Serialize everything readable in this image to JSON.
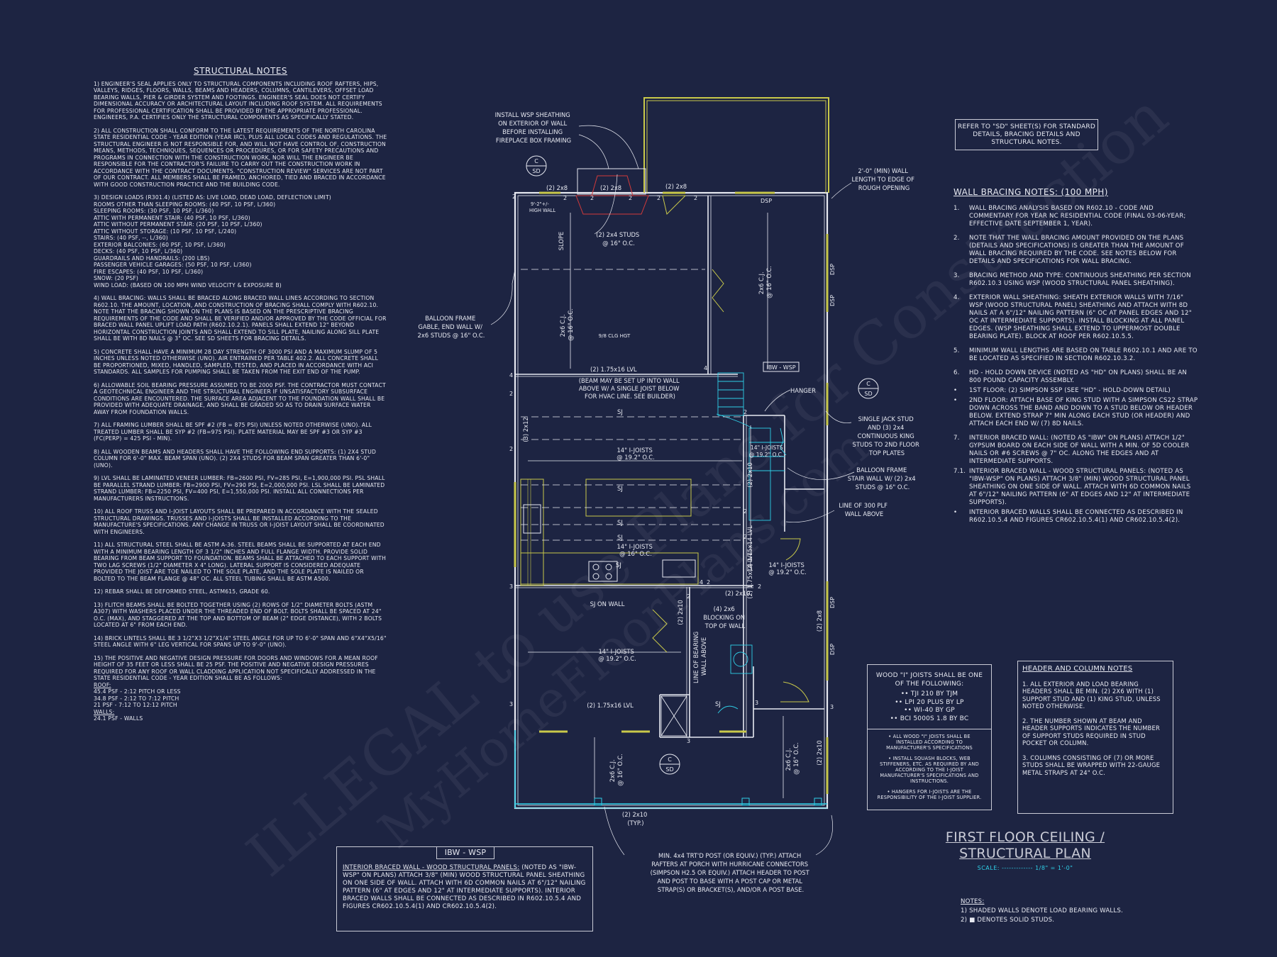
{
  "structural_notes": {
    "title": "STRUCTURAL NOTES",
    "paragraphs": [
      "1) ENGINEER'S SEAL APPLIES ONLY TO STRUCTURAL COMPONENTS INCLUDING ROOF RAFTERS, HIPS, VALLEYS, RIDGES, FLOORS, WALLS, BEAMS AND HEADERS, COLUMNS, CANTILEVERS, OFFSET LOAD BEARING WALLS, PIER & GIRDER SYSTEM AND FOOTINGS. ENGINEER'S SEAL DOES NOT CERTIFY DIMENSIONAL ACCURACY OR ARCHITECTURAL LAYOUT INCLUDING ROOF SYSTEM. ALL REQUIREMENTS FOR PROFESSIONAL CERTIFICATION SHALL BE PROVIDED BY THE APPROPRIATE PROFESSIONAL. ENGINEERS, P.A. CERTIFIES ONLY THE STRUCTURAL COMPONENTS AS SPECIFICALLY STATED.",
      "2) ALL CONSTRUCTION SHALL CONFORM TO THE LATEST REQUIREMENTS OF THE NORTH CAROLINA STATE RESIDENTIAL CODE - YEAR EDITION (YEAR IRC), PLUS ALL LOCAL CODES AND REGULATIONS. THE STRUCTURAL ENGINEER IS NOT RESPONSIBLE FOR, AND WILL NOT HAVE CONTROL OF, CONSTRUCTION MEANS, METHODS, TECHNIQUES, SEQUENCES OR PROCEDURES, OR FOR SAFETY PRECAUTIONS AND PROGRAMS IN CONNECTION WITH THE CONSTRUCTION WORK, NOR WILL THE ENGINEER BE RESPONSIBLE FOR THE CONTRACTOR'S FAILURE TO CARRY OUT THE CONSTRUCTION WORK IN ACCORDANCE WITH THE CONTRACT DOCUMENTS. \"CONSTRUCTION REVIEW\" SERVICES ARE NOT PART OF OUR CONTRACT. ALL MEMBERS SHALL BE FRAMED, ANCHORED, TIED AND BRACED IN ACCORDANCE WITH GOOD CONSTRUCTION PRACTICE AND THE BUILDING CODE.",
      "3) DESIGN LOADS (R301.4) (LISTED AS: LIVE LOAD, DEAD LOAD, DEFLECTION LIMIT)",
      "4) WALL BRACING: WALLS SHALL BE BRACED ALONG BRACED WALL LINES ACCORDING TO SECTION R602.10. THE AMOUNT, LOCATION, AND CONSTRUCTION OF BRACING SHALL COMPLY WITH R602.10. NOTE THAT THE BRACING SHOWN ON THE PLANS IS BASED ON THE PRESCRIPTIVE BRACING REQUIREMENTS OF THE CODE AND SHALL BE VERIFIED AND/OR APPROVED BY THE CODE OFFICIAL FOR BRACED WALL PANEL UPLIFT LOAD PATH (R602.10.2.1). PANELS SHALL EXTEND 12\" BEYOND HORIZONTAL CONSTRUCTION JOINTS AND SHALL EXTEND TO SILL PLATE, NAILING ALONG SILL PLATE SHALL BE WITH 8d NAILS @ 3\" OC. SEE SD SHEETS FOR BRACING DETAILS.",
      "5) CONCRETE SHALL HAVE A MINIMUM 28 DAY STRENGTH OF 3000 PSI AND A MAXIMUM SLUMP OF 5 INCHES UNLESS NOTED OTHERWISE (UNO). AIR ENTRAINED PER TABLE 402.2. ALL CONCRETE SHALL BE PROPORTIONED, MIXED, HANDLED, SAMPLED, TESTED, AND PLACED IN ACCORDANCE WITH ACI STANDARDS. ALL SAMPLES FOR PUMPING SHALL BE TAKEN FROM THE EXIT END OF THE PUMP.",
      "6) ALLOWABLE SOIL BEARING PRESSURE ASSUMED TO BE 2000 PSF. THE CONTRACTOR MUST CONTACT A GEOTECHNICAL ENGINEER AND THE STRUCTURAL ENGINEER IF UNSATISFACTORY SUBSURFACE CONDITIONS ARE ENCOUNTERED. THE SURFACE AREA ADJACENT TO THE FOUNDATION WALL SHALL BE PROVIDED WITH ADEQUATE DRAINAGE, AND SHALL BE GRADED SO AS TO DRAIN SURFACE WATER AWAY FROM FOUNDATION WALLS.",
      "7) ALL FRAMING LUMBER SHALL BE SPF #2 (Fb = 875 PSI) UNLESS NOTED OTHERWISE (UNO). ALL TREATED LUMBER SHALL BE SYP #2 (Fb=975 PSI). PLATE MATERIAL MAY BE SPF #3 OR SYP #3 (Fc(perp) = 425 PSI - MIN).",
      "8) ALL WOODEN BEAMS AND HEADERS SHALL HAVE THE FOLLOWING END SUPPORTS: (1) 2x4 STUD COLUMN FOR 6'-0\" MAX. BEAM SPAN (UNO). (2) 2X4 STUDS FOR BEAM SPAN GREATER THAN 6'-0\" (UNO).",
      "9) LVL SHALL BE LAMINATED VENEER LUMBER: Fb=2600 PSI, Fv=285 PSI, E=1,900,000 PSI. PSL SHALL BE PARALLEL STRAND LUMBER: Fb=2900 PSI, Fv=290 PSI, E=2,000,000 PSI. LSL SHALL BE LAMINATED STRAND LUMBER: Fb=2250 PSI, Fv=400 PSI, E=1,550,000 PSI. INSTALL ALL CONNECTIONS PER MANUFACTURERS INSTRUCTIONS.",
      "10) ALL ROOF TRUSS AND I-JOIST LAYOUTS SHALL BE PREPARED IN ACCORDANCE WITH THE SEALED STRUCTURAL DRAWINGS. TRUSSES AND I-JOISTS SHALL BE INSTALLED ACCORDING TO THE MANUFACTURE'S SPECIFICATIONS. ANY CHANGE IN TRUSS OR I-JOIST LAYOUT SHALL BE COORDINATED WITH ENGINEERS.",
      "11) ALL STRUCTURAL STEEL SHALL BE ASTM A-36. STEEL BEAMS SHALL BE SUPPORTED AT EACH END WITH A MINIMUM BEARING LENGTH OF 3 1/2\" INCHES AND FULL FLANGE WIDTH. PROVIDE SOLID BEARING FROM BEAM SUPPORT TO FOUNDATION. BEAMS SHALL BE ATTACHED TO EACH SUPPORT WITH TWO LAG SCREWS (1/2\" DIAMETER x 4\" LONG). LATERAL SUPPORT IS CONSIDERED ADEQUATE PROVIDED THE JOIST ARE TOE NAILED TO THE SOLE PLATE, AND THE SOLE PLATE IS NAILED OR BOLTED TO THE BEAM FLANGE @ 48\" OC. ALL STEEL TUBING SHALL BE ASTM A500.",
      "12) REBAR SHALL BE DEFORMED STEEL, ASTM615, GRADE 60.",
      "13) FLITCH BEAMS SHALL BE BOLTED TOGETHER USING (2) ROWS OF 1/2\" DIAMETER BOLTS (ASTM A307) WITH WASHERS PLACED UNDER THE THREADED END OF BOLT. BOLTS SHALL BE SPACED AT 24\" O.C. (MAX), AND STAGGERED AT THE TOP AND BOTTOM OF BEAM (2\" EDGE DISTANCE), WITH 2 BOLTS LOCATED AT 6\" FROM EACH END.",
      "14) BRICK LINTELS SHALL BE 3 1/2\"x3 1/2\"x1/4\" STEEL ANGLE FOR UP TO 6'-0\" SPAN AND 6\"x4\"x5/16\" STEEL ANGLE WITH 6\" LEG VERTICAL FOR SPANS UP TO 9'-0\" (UNO).",
      "15) THE POSITIVE AND NEGATIVE DESIGN PRESSURE FOR DOORS AND WINDOWS FOR A MEAN ROOF HEIGHT OF 35 FEET OR LESS SHALL BE 25 PSF. THE POSITIVE AND NEGATIVE DESIGN PRESSURES REQUIRED FOR ANY ROOF OR WALL CLADDING APPLICATION NOT SPECIFICALLY ADDRESSED IN THE STATE RESIDENTIAL CODE - YEAR EDITION SHALL BE AS FOLLOWS:"
    ],
    "design_loads": [
      "ROOMS OTHER THAN SLEEPING ROOMS: (40 PSF, 10 PSF, L/360)",
      "SLEEPING ROOMS: (30 PSF, 10 PSF, L/360)",
      "ATTIC WITH PERMANENT STAIR: (40 PSF, 10 PSF, L/360)",
      "ATTIC WITHOUT PERMANENT STAIR: (20 PSF, 10 PSF, L/360)",
      "ATTIC WITHOUT STORAGE: (10 PSF, 10 PSF, L/240)",
      "STAIRS: (40 PSF, --, L/360)",
      "EXTERIOR BALCONIES: (60 PSF, 10 PSF, L/360)",
      "DECKS: (40 PSF, 10 PSF, L/360)",
      "GUARDRAILS AND HANDRAILS: (200 LBS)",
      "PASSENGER VEHICLE GARAGES: (50 PSF, 10 PSF, L/360)",
      "FIRE ESCAPES: (40 PSF, 10 PSF, L/360)",
      "SNOW: (20 PSF)",
      "WIND LOAD: (BASED ON 100 MPH WIND VELOCITY & EXPOSURE B)"
    ],
    "pressures": [
      "ROOF:",
      "45.4 PSF - 2:12 PITCH OR LESS",
      "34.8 PSF - 2:12 TO 7:12 PITCH",
      "21 PSF - 7:12 TO 12:12 PITCH",
      "WALLS:",
      "24.1 PSF - WALLS"
    ]
  },
  "wall_bracing": {
    "title": "WALL BRACING NOTES: (100 MPH)",
    "items": [
      {
        "n": "1.",
        "text": "WALL BRACING ANALYSIS BASED ON R602.10 - CODE AND COMMENTARY FOR YEAR NC RESIDENTIAL CODE (FINAL 03-06-YEAR; EFFECTIVE DATE SEPTEMBER 1, YEAR)."
      },
      {
        "n": "2.",
        "text": "NOTE THAT THE WALL BRACING AMOUNT PROVIDED ON THE PLANS (DETAILS AND SPECIFICATIONS) IS GREATER THAN THE AMOUNT OF WALL BRACING REQUIRED BY THE CODE. SEE NOTES BELOW FOR DETAILS AND SPECIFICATIONS FOR WALL BRACING."
      },
      {
        "n": "3.",
        "text": "BRACING METHOD AND TYPE: CONTINUOUS SHEATHING PER SECTION R602.10.3 USING WSP (WOOD STRUCTURAL PANEL SHEATHING)."
      },
      {
        "n": "4.",
        "text": "EXTERIOR WALL SHEATHING: SHEATH EXTERIOR WALLS WITH 7/16\" WSP (WOOD STRUCTURAL PANEL) SHEATHING AND ATTACH WITH 8d NAILS AT A 6\"/12\" NAILING PATTERN (6\" OC AT PANEL EDGES AND 12\" OC AT INTERMEDIATE SUPPORTS). INSTALL BLOCKING AT ALL PANEL EDGES. (WSP SHEATHING SHALL EXTEND TO UPPERMOST DOUBLE BEARING PLATE). BLOCK AT ROOF PER R602.10.5.5."
      },
      {
        "n": "5.",
        "text": "MINIMUM WALL LENGTHS ARE BASED ON TABLE R602.10.1 AND ARE TO BE LOCATED AS SPECIFIED IN SECTION R602.10.3.2."
      },
      {
        "n": "6.",
        "text": "HD - HOLD DOWN DEVICE (NOTED AS \"HD\" ON PLANS) SHALL BE AN 800 POUND CAPACITY ASSEMBLY."
      },
      {
        "n": "•",
        "text": "1ST FLOOR: (2) SIMPSON SSP (SEE \"HD\" - HOLD-DOWN DETAIL)"
      },
      {
        "n": "•",
        "text": "2ND FLOOR: ATTACH BASE OF KING STUD WITH A SIMPSON CS22 STRAP DOWN ACROSS THE BAND AND DOWN TO A STUD BELOW OR HEADER BELOW. EXTEND STRAP 7\" MIN ALONG EACH STUD (OR HEADER) AND ATTACH EACH END W/ (7) 8d NAILS."
      },
      {
        "n": "7.",
        "text": "INTERIOR BRACED WALL: (NOTED AS \"IBW\" ON PLANS) ATTACH 1/2\" GYPSUM BOARD ON EACH SIDE OF WALL WITH A MIN. OF 5d COOLER NAILS OR #6 SCREWS @ 7\" OC. ALONG THE EDGES AND AT INTERMEDIATE SUPPORTS."
      },
      {
        "n": "7.1.",
        "text": "INTERIOR BRACED WALL - WOOD STRUCTURAL PANELS: (NOTED AS \"IBW-WSP\" ON PLANS) ATTACH 3/8\" (MIN) WOOD STRUCTURAL PANEL SHEATHING ON ONE SIDE OF WALL. ATTACH WITH 6d COMMON NAILS AT 6\"/12\" NAILING PATTERN (6\" AT EDGES AND 12\" AT INTERMEDIATE SUPPORTS)."
      },
      {
        "n": "•",
        "text": "INTERIOR BRACED WALLS SHALL BE CONNECTED AS DESCRIBED IN R602.10.5.4 AND FIGURES CR602.10.5.4(1) AND CR602.10.5.4(2)."
      }
    ]
  },
  "refer_box": "REFER TO \"SD\" SHEET(S) FOR STANDARD DETAILS, BRACING DETAILS AND STRUCTURAL NOTES.",
  "joist_box": {
    "heading": "WOOD \"I\" JOISTS SHALL BE ONE OF THE FOLLOWING:",
    "options": [
      "•• TJI 210 BY TJM",
      "•• LPI 20 PLUS BY LP",
      "•• WI-40 BY GP",
      "•• BCI 5000s 1.8 BY BC"
    ],
    "notes": [
      "• ALL WOOD \"I\" JOISTS SHALL BE INSTALLED ACCORDING TO MANUFACTURER'S SPECIFICATIONS",
      "• INSTALL SQUASH BLOCKS, WEB STIFFENERS, ETC. AS REQUIRED BY AND ACCORDING TO THE I-JOIST MANUFACTURER'S SPECIFICATIONS AND INSTRUCTIONS.",
      "• HANGERS FOR I-JOISTS ARE THE RESPONSIBILITY OF THE I-JOIST SUPPLIER."
    ]
  },
  "header_column": {
    "title": "HEADER AND COLUMN NOTES",
    "notes": [
      "1. ALL EXTERIOR AND LOAD BEARING HEADERS SHALL BE MIN. (2) 2x6 WITH (1) SUPPORT STUD AND (1) KING STUD, UNLESS NOTED OTHERWISE.",
      "2. THE NUMBER SHOWN AT BEAM AND HEADER SUPPORTS INDICATES THE NUMBER OF SUPPORT STUDS REQUIRED IN STUD POCKET OR COLUMN.",
      "3. COLUMNS CONSISTING OF (7) OR MORE STUDS SHALL BE WRAPPED WITH 22-GAUGE METAL STRAPS AT 24\" O.C."
    ]
  },
  "ibw_box": {
    "title": "IBW - WSP",
    "lead": "INTERIOR BRACED WALL - WOOD STRUCTURAL PANELS:",
    "text": "(NOTED AS \"IBW-WSP\" ON PLANS) ATTACH 3/8\" (MIN) WOOD STRUCTURAL PANEL SHEATHING ON ONE SIDE OF WALL. ATTACH WITH 6d COMMON NAILS AT 6\"/12\" NAILING PATTERN (6\" AT EDGES AND 12\" AT INTERMEDIATE SUPPORTS). INTERIOR BRACED WALLS SHALL BE CONNECTED AS DESCRIBED IN R602.10.5.4 AND FIGURES CR602.10.5.4(1) AND CR602.10.5.4(2)."
  },
  "title_block": {
    "line1": "FIRST FLOOR CEILING /",
    "line2": "STRUCTURAL PLAN",
    "scale": "SCALE: ------------- 1/8\" = 1'-0\""
  },
  "footnotes": {
    "heading": "NOTES:",
    "items": [
      "1) SHADED WALLS DENOTE LOAD BEARING WALLS.",
      "2) ■ DENOTES SOLID STUDS."
    ]
  },
  "watermark": {
    "line1": "ILLEGAL to use Plans for Construction",
    "line2": "MyHomeFloorPlans.com"
  },
  "plan": {
    "callouts": {
      "wsp_fireplace": [
        "INSTALL WSP SHEATHING",
        "ON EXTERIOR OF WALL",
        "BEFORE INSTALLING",
        "FIREPLACE BOX FRAMING"
      ],
      "sd": "SD",
      "sd_c": "C",
      "min_length": [
        "2'-0\" (MIN) WALL",
        "LENGTH TO EDGE OF",
        "ROUGH OPENING"
      ],
      "balloon_gable": [
        "BALLOON FRAME",
        "GABLE, END WALL W/",
        "2x6 STUDS @ 16\" O.C."
      ],
      "high_wall": [
        "9'-2\"+/-",
        "HIGH WALL"
      ],
      "studs_16": [
        "(2) 2x4 STUDS",
        "@ 16\" O.C."
      ],
      "slope": "SLOPE",
      "cj_left": [
        "2x6 C.J.",
        "@ 16\" O.C."
      ],
      "cj_right": [
        "2x6 C.J.",
        "@ 16\" O.C."
      ],
      "clg_hgt": "9/8 CLG HGT",
      "header_2x8_a": "(2) 2x8",
      "header_2x8_b": "(2) 2x8",
      "header_2x8_c": "(2) 2x8",
      "lvl_1": "(2) 1.75x16 LVL",
      "ibw_tag": "IBW - WSP",
      "beam_note": [
        "(BEAM MAY BE SET UP INTO WALL",
        "ABOVE W/ A SINGLE JOIST BELOW",
        "FOR HVAC LINE. SEE BUILDER)"
      ],
      "hanger": "HANGER",
      "single_jack": [
        "SINGLE JACK STUD",
        "AND (3) 2x4",
        "CONTINUOUS KING",
        "STUDS TO 2ND FLOOR",
        "TOP PLATES"
      ],
      "balloon_stair": [
        "BALLOON FRAME",
        "STAIR WALL W/ (2) 2x4",
        "STUDS @ 16\" O.C."
      ],
      "plf_line": [
        "LINE OF 300 PLF",
        "WALL ABOVE"
      ],
      "sj": "SJ",
      "joists_192_a": [
        "14\" I-JOISTS",
        "@ 19.2\" O.C."
      ],
      "joists_192_b": [
        "14\" I-JOISTS",
        "@ 19.2\" O.C."
      ],
      "joists_16": [
        "14\" I-JOISTS",
        "@ 16\" O.C."
      ],
      "joists_192_c": [
        "14\" I-JOISTS",
        "@ 19.2\" O.C."
      ],
      "joists_192_d": [
        "14\" I-JOISTS",
        "@ 19.2\" O.C."
      ],
      "header_3_2x12": "(3) 2x12",
      "header_2_2x10_a": "(2) 2x10",
      "header_2_2x10_b": "(2) 2x10",
      "header_2_2x10_c": "(2) 2x10",
      "lvl_2": "(2) 1.75x14 LVL",
      "lvl_3": "(2) 1.75x14 LVL",
      "sj_on_wall": "SJ ON WALL",
      "blocking": [
        "(4) 2x6",
        "BLOCKING ON",
        "TOP OF WALL"
      ],
      "line_bearing": [
        "LINE OF BEARING",
        "WALL ABOVE"
      ],
      "header_2x8_right": "(2) 2x8",
      "header_2x10_right": "(2) 2x10",
      "dsp": "DSP",
      "typ_2x10": [
        "(2) 2x10",
        "(TYP.)"
      ],
      "post_note": [
        "MIN. 4x4 TRT'D POST (OR EQUIV.) (TYP.) ATTACH",
        "RAFTERS AT PORCH WITH HURRICANE CONNECTORS",
        "(SIMPSON H2.5 OR EQUIV.) ATTACH HEADER TO POST",
        "AND POST TO BASE WITH A POST CAP OR METAL",
        "STRAP(S) OR BRACKET(S), AND/OR A POST BASE."
      ],
      "cj_porch_a": [
        "2x6 C.J.",
        "@ 16\" O.C."
      ],
      "cj_porch_b": [
        "2x6 C.J.",
        "@ 16\" O.C."
      ]
    }
  },
  "colors": {
    "background": "#1d2442",
    "line": "#e7e9f1",
    "wall_highlight": "#c9c94a",
    "cyan": "#2fd0e8",
    "fireplace": "#d23a3a"
  }
}
